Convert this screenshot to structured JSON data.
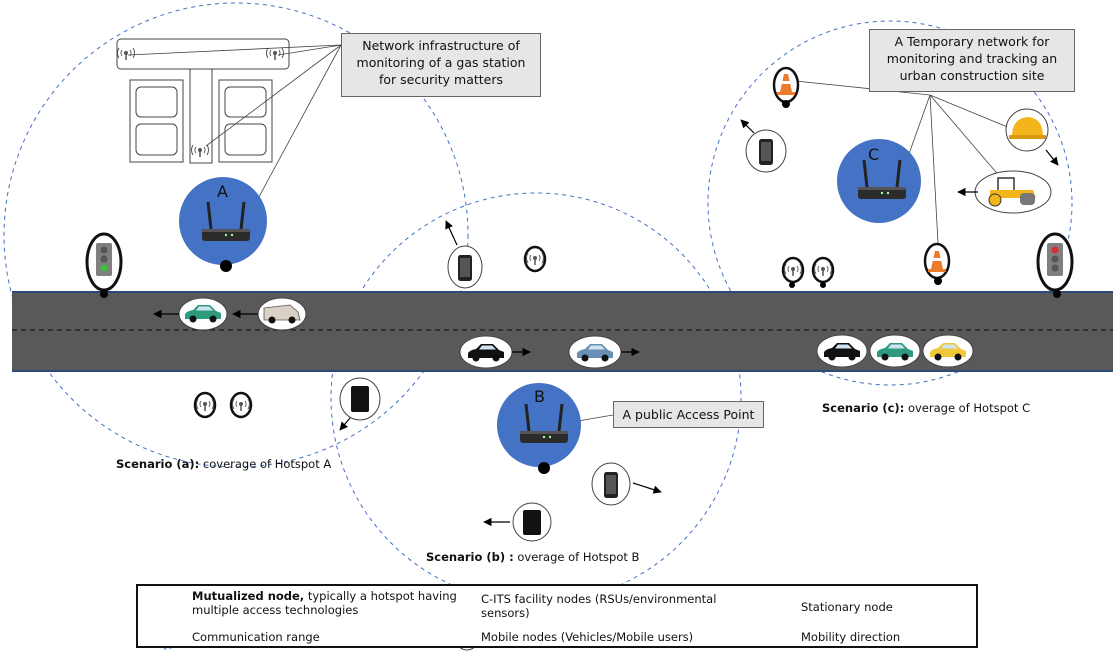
{
  "callouts": {
    "gas_station": "Network infrastructure of monitoring of a gas station for security matters",
    "construction": "A Temporary network for monitoring and tracking an urban construction site",
    "public_ap": "A public Access Point"
  },
  "hotspots": {
    "a": "A",
    "b": "B",
    "c": "C"
  },
  "captions": {
    "a_bold": "Scenario (a):",
    "a_text": " coverage of Hotspot A",
    "b_bold": "Scenario (b) :",
    "b_text": " overage of Hotspot B",
    "c_bold": "Scenario (c):",
    "c_text": " overage of Hotspot C"
  },
  "legend": {
    "mutualized_bold": "Mutualized node,",
    "mutualized_text": " typically a hotspot having multiple access technologies",
    "comm_range": "Communication range",
    "cits": "C-ITS facility nodes (RSUs/environmental sensors)",
    "mobile": "Mobile nodes (Vehicles/Mobile users)",
    "stationary": "Stationary node",
    "mobility": "Mobility direction"
  },
  "colors": {
    "hotspot": "#4472c4",
    "range": "#4472c4",
    "road": "#595959",
    "callout_bg": "#e6e6e6"
  }
}
